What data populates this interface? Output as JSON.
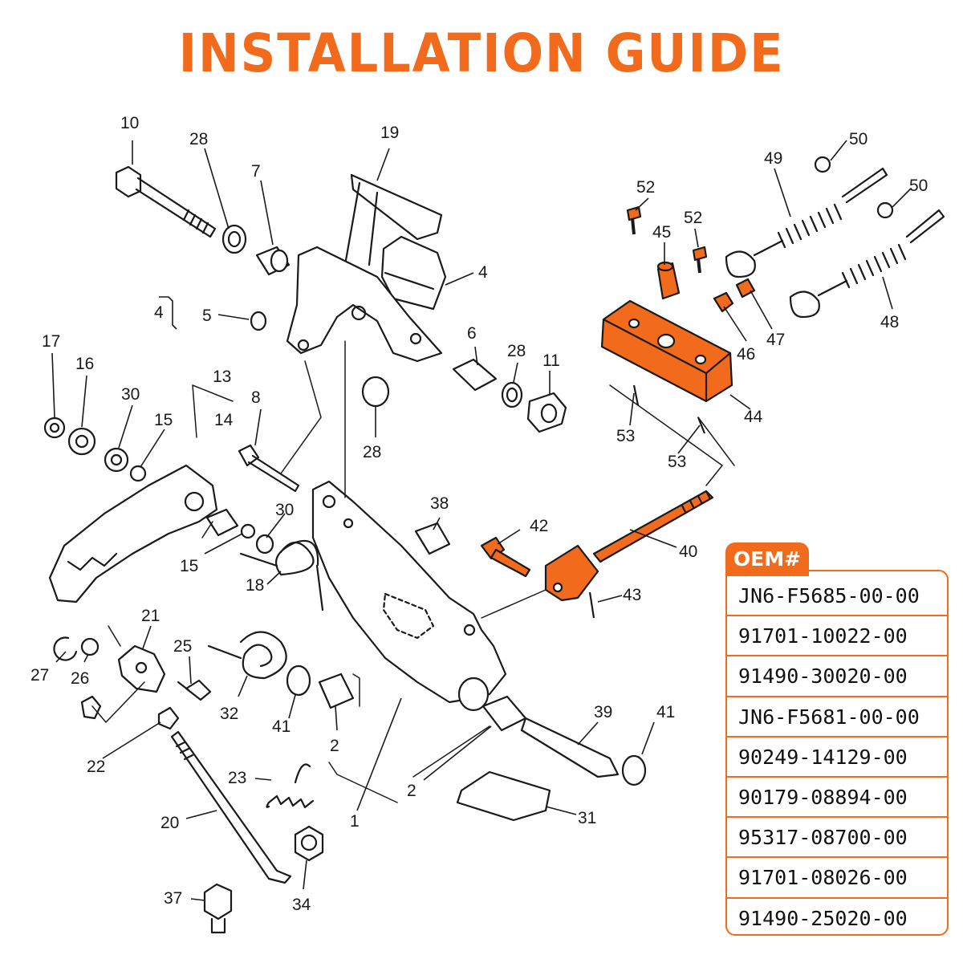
{
  "title": "INSTALLATION GUIDE",
  "colors": {
    "accent": "#f26a1b",
    "line": "#1a1a1a"
  },
  "callouts": [
    "10",
    "28",
    "7",
    "19",
    "4",
    "4",
    "5",
    "17",
    "16",
    "30",
    "15",
    "13",
    "14",
    "8",
    "6",
    "28",
    "11",
    "28",
    "52",
    "45",
    "52",
    "49",
    "50",
    "50",
    "48",
    "47",
    "46",
    "44",
    "53",
    "53",
    "38",
    "42",
    "40",
    "43",
    "30",
    "15",
    "18",
    "21",
    "27",
    "26",
    "25",
    "32",
    "41",
    "2",
    "39",
    "41",
    "22",
    "23",
    "2",
    "1",
    "31",
    "20",
    "37",
    "34"
  ],
  "oem": {
    "label": "OEM#",
    "parts": [
      "JN6-F5685-00-00",
      "91701-10022-00",
      "91490-30020-00",
      "JN6-F5681-00-00",
      "90249-14129-00",
      "90179-08894-00",
      "95317-08700-00",
      "91701-08026-00",
      "91490-25020-00"
    ]
  }
}
